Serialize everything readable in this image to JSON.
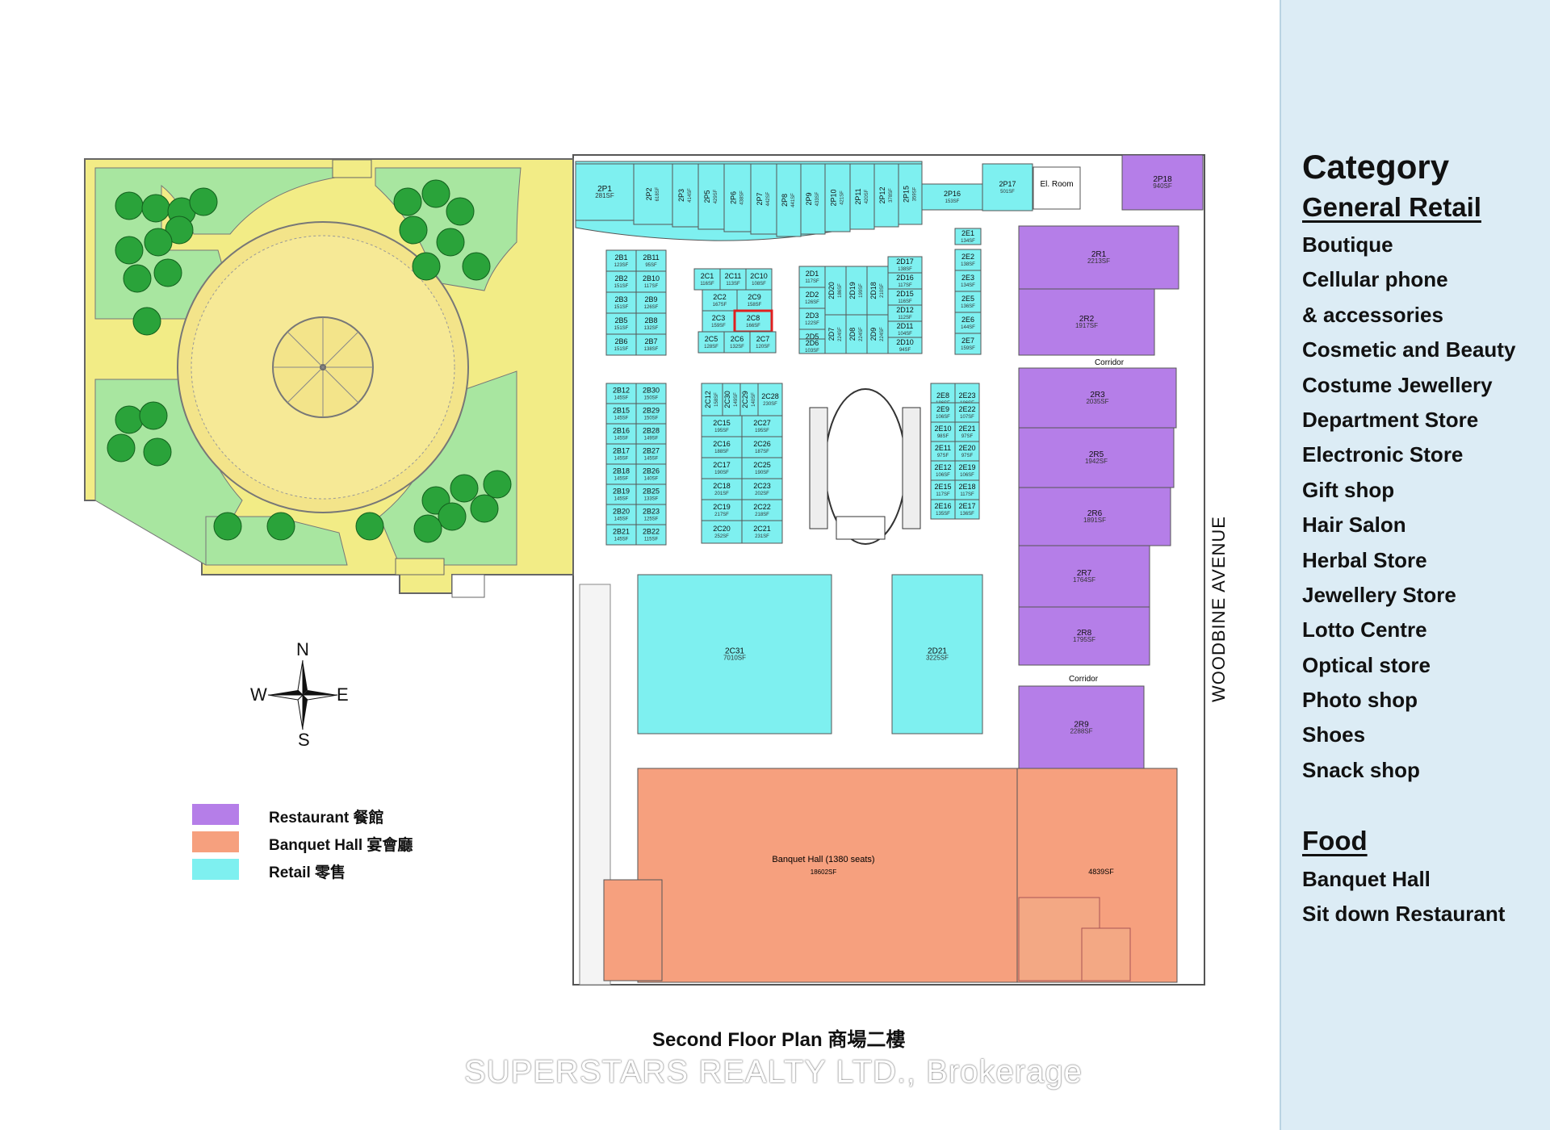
{
  "sidebar": {
    "title": "Category",
    "general_retail": {
      "heading": "General Retail",
      "items": [
        "Boutique",
        "Cellular phone",
        "& accessories",
        "Cosmetic and Beauty",
        "Costume Jewellery",
        "Department Store",
        "Electronic Store",
        "Gift shop",
        "Hair Salon",
        "Herbal Store",
        "Jewellery Store",
        "Lotto Centre",
        "Optical store",
        "Photo shop",
        "Shoes",
        "Snack shop"
      ]
    },
    "food": {
      "heading": "Food",
      "items": [
        "Banquet Hall",
        "Sit down Restaurant"
      ]
    }
  },
  "legend": [
    {
      "label": "Restaurant 餐館",
      "color": "#b57ee8"
    },
    {
      "label": "Banquet Hall 宴會廳",
      "color": "#f6a07e"
    },
    {
      "label": "Retail 零售",
      "color": "#7ef0f0"
    }
  ],
  "compass": {
    "n": "N",
    "s": "S",
    "e": "E",
    "w": "W"
  },
  "street": "WOODBINE AVENUE",
  "plan_title": "Second Floor Plan 商場二樓",
  "watermark": "SUPERSTARS REALTY LTD., Brokerage",
  "labels": {
    "el_room": "El. Room",
    "corridor": "Corridor",
    "banquet": "Banquet Hall (1380 seats)",
    "banquet_area": "18602SF",
    "east_hall_area": "4839SF"
  },
  "colors": {
    "retail": "#7ef0f0",
    "restaurant": "#b57ee8",
    "banquet": "#f6a07e",
    "garden": "#a8e6a0",
    "path": "#f2ec86",
    "plaza": "#f3e48a",
    "tree": "#2aa33a",
    "highlight": "#e02020"
  },
  "units": [
    {
      "id": "2P1",
      "area": "281SF",
      "type": "retail"
    },
    {
      "id": "2P2",
      "area": "618SF",
      "type": "retail"
    },
    {
      "id": "2P3",
      "area": "414SF",
      "type": "retail"
    },
    {
      "id": "2P5",
      "area": "429SF",
      "type": "retail"
    },
    {
      "id": "2P6",
      "area": "438SF",
      "type": "retail"
    },
    {
      "id": "2P7",
      "area": "442SF",
      "type": "retail"
    },
    {
      "id": "2P8",
      "area": "441SF",
      "type": "retail"
    },
    {
      "id": "2P9",
      "area": "433SF",
      "type": "retail"
    },
    {
      "id": "2P10",
      "area": "421SF",
      "type": "retail"
    },
    {
      "id": "2P11",
      "area": "420SF",
      "type": "retail"
    },
    {
      "id": "2P12",
      "area": "378SF",
      "type": "retail"
    },
    {
      "id": "2P15",
      "area": "359SF",
      "type": "retail"
    },
    {
      "id": "2P16",
      "area": "153SF",
      "type": "retail"
    },
    {
      "id": "2P17",
      "area": "501SF",
      "type": "retail"
    },
    {
      "id": "2P18",
      "area": "940SF",
      "type": "restaurant"
    },
    {
      "id": "2B1",
      "area": "123SF",
      "type": "retail"
    },
    {
      "id": "2B11",
      "area": "95SF",
      "type": "retail"
    },
    {
      "id": "2B2",
      "area": "151SF",
      "type": "retail"
    },
    {
      "id": "2B10",
      "area": "117SF",
      "type": "retail"
    },
    {
      "id": "2B3",
      "area": "151SF",
      "type": "retail"
    },
    {
      "id": "2B9",
      "area": "126SF",
      "type": "retail"
    },
    {
      "id": "2B5",
      "area": "151SF",
      "type": "retail"
    },
    {
      "id": "2B8",
      "area": "132SF",
      "type": "retail"
    },
    {
      "id": "2B6",
      "area": "151SF",
      "type": "retail"
    },
    {
      "id": "2B7",
      "area": "138SF",
      "type": "retail"
    },
    {
      "id": "2C1",
      "area": "116SF",
      "type": "retail"
    },
    {
      "id": "2C11",
      "area": "113SF",
      "type": "retail"
    },
    {
      "id": "2C10",
      "area": "108SF",
      "type": "retail"
    },
    {
      "id": "2C2",
      "area": "167SF",
      "type": "retail"
    },
    {
      "id": "2C9",
      "area": "158SF",
      "type": "retail"
    },
    {
      "id": "2C3",
      "area": "159SF",
      "type": "retail"
    },
    {
      "id": "2C8",
      "area": "166SF",
      "type": "retail"
    },
    {
      "id": "2C5",
      "area": "128SF",
      "type": "retail"
    },
    {
      "id": "2C6",
      "area": "132SF",
      "type": "retail"
    },
    {
      "id": "2C7",
      "area": "120SF",
      "type": "retail"
    },
    {
      "id": "2D1",
      "area": "117SF",
      "type": "retail"
    },
    {
      "id": "2D2",
      "area": "126SF",
      "type": "retail"
    },
    {
      "id": "2D3",
      "area": "122SF",
      "type": "retail"
    },
    {
      "id": "2D5",
      "area": "114SF",
      "type": "retail"
    },
    {
      "id": "2D6",
      "area": "103SF",
      "type": "retail"
    },
    {
      "id": "2D20",
      "area": "186SF",
      "type": "retail"
    },
    {
      "id": "2D19",
      "area": "199SF",
      "type": "retail"
    },
    {
      "id": "2D18",
      "area": "210SF",
      "type": "retail"
    },
    {
      "id": "2D7",
      "area": "224SF",
      "type": "retail"
    },
    {
      "id": "2D8",
      "area": "224SF",
      "type": "retail"
    },
    {
      "id": "2D9",
      "area": "224SF",
      "type": "retail"
    },
    {
      "id": "2D17",
      "area": "138SF",
      "type": "retail"
    },
    {
      "id": "2D16",
      "area": "117SF",
      "type": "retail"
    },
    {
      "id": "2D15",
      "area": "116SF",
      "type": "retail"
    },
    {
      "id": "2D12",
      "area": "112SF",
      "type": "retail"
    },
    {
      "id": "2D11",
      "area": "104SF",
      "type": "retail"
    },
    {
      "id": "2D10",
      "area": "94SF",
      "type": "retail"
    },
    {
      "id": "2E1",
      "area": "134SF",
      "type": "retail"
    },
    {
      "id": "2E2",
      "area": "138SF",
      "type": "retail"
    },
    {
      "id": "2E3",
      "area": "134SF",
      "type": "retail"
    },
    {
      "id": "2E5",
      "area": "136SF",
      "type": "retail"
    },
    {
      "id": "2E6",
      "area": "144SF",
      "type": "retail"
    },
    {
      "id": "2E7",
      "area": "159SF",
      "type": "retail"
    },
    {
      "id": "2B12",
      "area": "145SF",
      "type": "retail"
    },
    {
      "id": "2B30",
      "area": "150SF",
      "type": "retail"
    },
    {
      "id": "2B15",
      "area": "145SF",
      "type": "retail"
    },
    {
      "id": "2B29",
      "area": "150SF",
      "type": "retail"
    },
    {
      "id": "2B16",
      "area": "145SF",
      "type": "retail"
    },
    {
      "id": "2B28",
      "area": "149SF",
      "type": "retail"
    },
    {
      "id": "2B17",
      "area": "145SF",
      "type": "retail"
    },
    {
      "id": "2B27",
      "area": "145SF",
      "type": "retail"
    },
    {
      "id": "2B18",
      "area": "145SF",
      "type": "retail"
    },
    {
      "id": "2B26",
      "area": "140SF",
      "type": "retail"
    },
    {
      "id": "2B19",
      "area": "145SF",
      "type": "retail"
    },
    {
      "id": "2B25",
      "area": "133SF",
      "type": "retail"
    },
    {
      "id": "2B20",
      "area": "145SF",
      "type": "retail"
    },
    {
      "id": "2B23",
      "area": "125SF",
      "type": "retail"
    },
    {
      "id": "2B21",
      "area": "145SF",
      "type": "retail"
    },
    {
      "id": "2B22",
      "area": "115SF",
      "type": "retail"
    },
    {
      "id": "2C12",
      "area": "158SF",
      "type": "retail"
    },
    {
      "id": "2C30",
      "area": "149SF",
      "type": "retail"
    },
    {
      "id": "2C29",
      "area": "140SF",
      "type": "retail"
    },
    {
      "id": "2C28",
      "area": "230SF",
      "type": "retail"
    },
    {
      "id": "2C15",
      "area": "195SF",
      "type": "retail"
    },
    {
      "id": "2C27",
      "area": "195SF",
      "type": "retail"
    },
    {
      "id": "2C16",
      "area": "188SF",
      "type": "retail"
    },
    {
      "id": "2C26",
      "area": "187SF",
      "type": "retail"
    },
    {
      "id": "2C17",
      "area": "190SF",
      "type": "retail"
    },
    {
      "id": "2C25",
      "area": "190SF",
      "type": "retail"
    },
    {
      "id": "2C18",
      "area": "201SF",
      "type": "retail"
    },
    {
      "id": "2C23",
      "area": "202SF",
      "type": "retail"
    },
    {
      "id": "2C19",
      "area": "217SF",
      "type": "retail"
    },
    {
      "id": "2C22",
      "area": "218SF",
      "type": "retail"
    },
    {
      "id": "2C20",
      "area": "252SF",
      "type": "retail"
    },
    {
      "id": "2C21",
      "area": "231SF",
      "type": "retail"
    },
    {
      "id": "2E8",
      "area": "186SF",
      "type": "retail"
    },
    {
      "id": "2E23",
      "area": "186SF",
      "type": "retail"
    },
    {
      "id": "2E9",
      "area": "106SF",
      "type": "retail"
    },
    {
      "id": "2E22",
      "area": "107SF",
      "type": "retail"
    },
    {
      "id": "2E10",
      "area": "98SF",
      "type": "retail"
    },
    {
      "id": "2E21",
      "area": "97SF",
      "type": "retail"
    },
    {
      "id": "2E11",
      "area": "97SF",
      "type": "retail"
    },
    {
      "id": "2E20",
      "area": "97SF",
      "type": "retail"
    },
    {
      "id": "2E12",
      "area": "106SF",
      "type": "retail"
    },
    {
      "id": "2E19",
      "area": "106SF",
      "type": "retail"
    },
    {
      "id": "2E15",
      "area": "117SF",
      "type": "retail"
    },
    {
      "id": "2E18",
      "area": "117SF",
      "type": "retail"
    },
    {
      "id": "2E16",
      "area": "135SF",
      "type": "retail"
    },
    {
      "id": "2E17",
      "area": "136SF",
      "type": "retail"
    },
    {
      "id": "2C31",
      "area": "7010SF",
      "type": "retail"
    },
    {
      "id": "2D21",
      "area": "3225SF",
      "type": "retail"
    },
    {
      "id": "2R1",
      "area": "2213SF",
      "type": "restaurant"
    },
    {
      "id": "2R2",
      "area": "1917SF",
      "type": "restaurant"
    },
    {
      "id": "2R3",
      "area": "2035SF",
      "type": "restaurant"
    },
    {
      "id": "2R5",
      "area": "1942SF",
      "type": "restaurant"
    },
    {
      "id": "2R6",
      "area": "1891SF",
      "type": "restaurant"
    },
    {
      "id": "2R7",
      "area": "1764SF",
      "type": "restaurant"
    },
    {
      "id": "2R8",
      "area": "1795SF",
      "type": "restaurant"
    },
    {
      "id": "2R9",
      "area": "2288SF",
      "type": "restaurant"
    }
  ],
  "highlighted_unit": "2C8"
}
